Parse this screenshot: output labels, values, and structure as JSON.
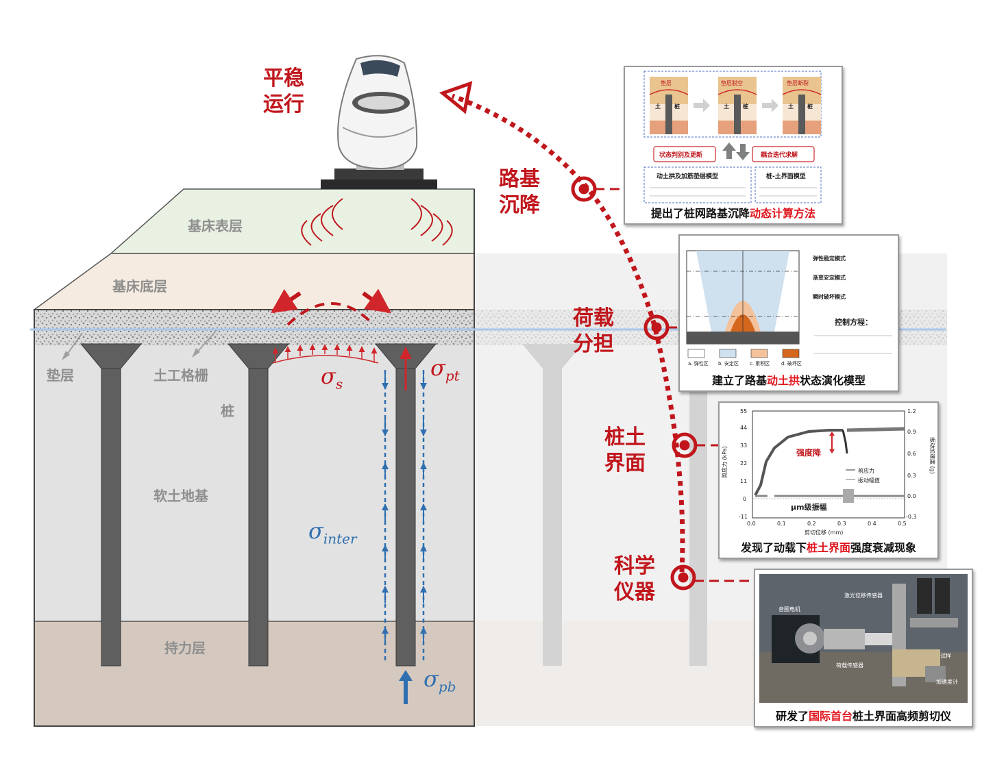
{
  "title": {
    "train": [
      "平稳",
      "运行"
    ],
    "settlement": [
      "路基",
      "沉降"
    ],
    "load_sharing": [
      "荷载",
      "分担"
    ],
    "interface": [
      "桩土",
      "界面"
    ],
    "instrument": [
      "科学",
      "仪器"
    ]
  },
  "layers": {
    "surface": "基床表层",
    "bottom": "基床底层",
    "cushion": "垫层",
    "geogrid": "土工格栅",
    "pile": "桩",
    "soft_soil": "软土地基",
    "bearing": "持力层"
  },
  "stress": {
    "s_main": "σ",
    "s_sub": "s",
    "pt_main": "σ",
    "pt_sub": "pt",
    "inter_main": "σ",
    "inter_sub": "inter",
    "pb_main": "σ",
    "pb_sub": "pb"
  },
  "card1": {
    "states": [
      "垫层",
      "垫层脱空",
      "垫层断裂"
    ],
    "soil_label": "土",
    "pile_label": "桩",
    "btn_left": "状态判别及更新",
    "btn_right": "耦合迭代求解",
    "model_left": "动土拱及加筋垫层模型",
    "model_right": "桩-土界面模型",
    "caption_pre": "提出了桩网路基沉降",
    "caption_hl": "动态计算方法"
  },
  "card2": {
    "modes": [
      "弹性稳定模式",
      "渐变安定模式",
      "瞬时破坏模式"
    ],
    "control": "控制方程：",
    "legend": [
      "a. 弹性区",
      "b. 安定区",
      "c. 累积区",
      "d. 破坏区"
    ],
    "caption_pre": "建立了路基",
    "caption_hl": "动土拱",
    "caption_post": "状态演化模型"
  },
  "card3": {
    "y_left_ticks": [
      "55",
      "44",
      "33",
      "22",
      "11",
      "0",
      "-11"
    ],
    "y_right_ticks": [
      "1.2",
      "0.9",
      "0.6",
      "0.3",
      "0.0",
      "-0.3"
    ],
    "x_ticks": [
      "0.0",
      "0.1",
      "0.2",
      "0.3",
      "0.4",
      "0.5"
    ],
    "xlabel": "剪切位移 (mm)",
    "ylabel_left": "剪应力 (kPa)",
    "ylabel_right": "振动加速度 (g)",
    "legend": [
      "剪应力",
      "振动幅值"
    ],
    "annot_drop": "强度降",
    "annot_amp": "μm级振幅",
    "caption_pre": "发现了动载下",
    "caption_hl": "桩土界面",
    "caption_post": "强度衰减现象"
  },
  "card4": {
    "labels": [
      "激光位移传感器",
      "音圈电机",
      "荷载传感器",
      "试样",
      "加速度计"
    ],
    "caption_pre": "研发了",
    "caption_hl": "国际首台",
    "caption_post": "桩土界面高频剪切仪"
  },
  "colors": {
    "accent_red": "#c0161c",
    "stress_blue": "#2f6fb0",
    "pile_gray": "#5f5f5f"
  }
}
